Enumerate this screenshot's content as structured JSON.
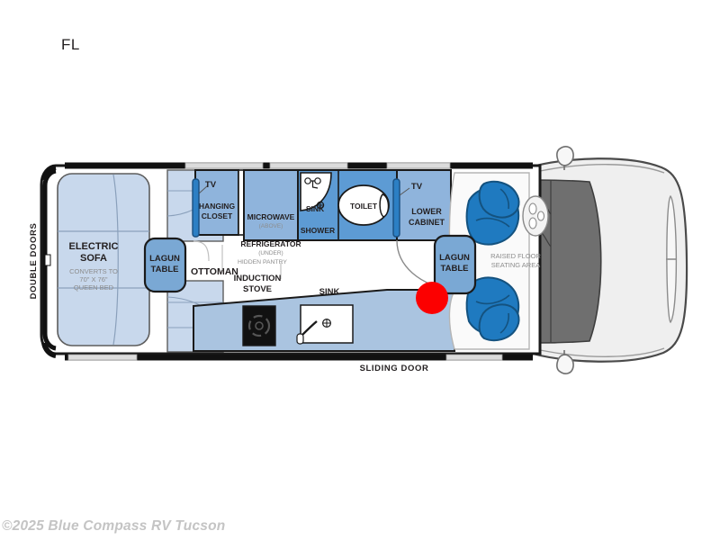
{
  "page": {
    "title": "FL",
    "copyright": "©2025 Blue Compass RV Tucson",
    "background_color": "#ffffff"
  },
  "colors": {
    "body_outline": "#1a1a1a",
    "pale_blue": "#c8d8ec",
    "light_blue": "#aac4e0",
    "mid_blue": "#8fb4dc",
    "table_blue": "#7aa8d4",
    "seat_blue": "#1f7ac0",
    "tv_blue": "#2c7fc4",
    "red_dot": "#fc0000",
    "cab_grey": "#6f6f6f",
    "hood_grey": "#efefef",
    "label_dark": "#231f20",
    "label_grey": "#8c8c8c"
  },
  "floorplan": {
    "exterior_labels": {
      "double_doors": "DOUBLE DOORS",
      "sliding_door": "SLIDING DOOR"
    },
    "rooms": [
      {
        "id": "electric-sofa",
        "label": "ELECTRIC SOFA",
        "sub_lines": [
          "CONVERTS TO",
          "70\" X 76\"",
          "QUEEN BED"
        ]
      },
      {
        "id": "lagun-table-rear",
        "label": "LAGUN TABLE"
      },
      {
        "id": "ottoman",
        "label": "OTTOMAN"
      },
      {
        "id": "hidden-pantry",
        "label": "HIDDEN PANTRY"
      },
      {
        "id": "hanging-closet",
        "label": "HANGING CLOSET"
      },
      {
        "id": "tv-rear",
        "label": "TV"
      },
      {
        "id": "microwave",
        "label": "MICROWAVE",
        "sub": "(ABOVE)"
      },
      {
        "id": "refrigerator",
        "label": "REFRIGERATOR",
        "sub": "(UNDER)"
      },
      {
        "id": "induction-stove",
        "label": "INDUCTION STOVE"
      },
      {
        "id": "galley-sink",
        "label": "SINK"
      },
      {
        "id": "bath-sink",
        "label": "SINK"
      },
      {
        "id": "shower",
        "label": "SHOWER"
      },
      {
        "id": "toilet",
        "label": "TOILET"
      },
      {
        "id": "tv-front",
        "label": "TV"
      },
      {
        "id": "lower-cabinet",
        "label": "LOWER CABINET"
      },
      {
        "id": "lagun-table-front",
        "label": "LAGUN TABLE"
      },
      {
        "id": "raised-floor",
        "label": "RAISED FLOOR SEATING AREA"
      }
    ],
    "text": {
      "electric_sofa": "ELECTRIC",
      "sofa_word": "SOFA",
      "converts_1": "CONVERTS TO",
      "converts_2": "70\" X 76\"",
      "converts_3": "QUEEN BED",
      "lagun": "LAGUN",
      "table": "TABLE",
      "ottoman": "OTTOMAN",
      "hidden_pantry": "HIDDEN PANTRY",
      "hanging": "HANGING",
      "closet": "CLOSET",
      "tv": "TV",
      "microwave": "MICROWAVE",
      "above": "(ABOVE)",
      "refrigerator": "REFRIGERATOR",
      "under": "(UNDER)",
      "induction": "INDUCTION",
      "stove": "STOVE",
      "sink": "SINK",
      "shower": "SHOWER",
      "toilet": "TOILET",
      "lower": "LOWER",
      "cabinet": "CABINET",
      "raised_floor": "RAISED FLOOR",
      "seating_area": "SEATING AREA",
      "double_doors": "DOUBLE DOORS",
      "sliding_door": "SLIDING DOOR"
    }
  }
}
